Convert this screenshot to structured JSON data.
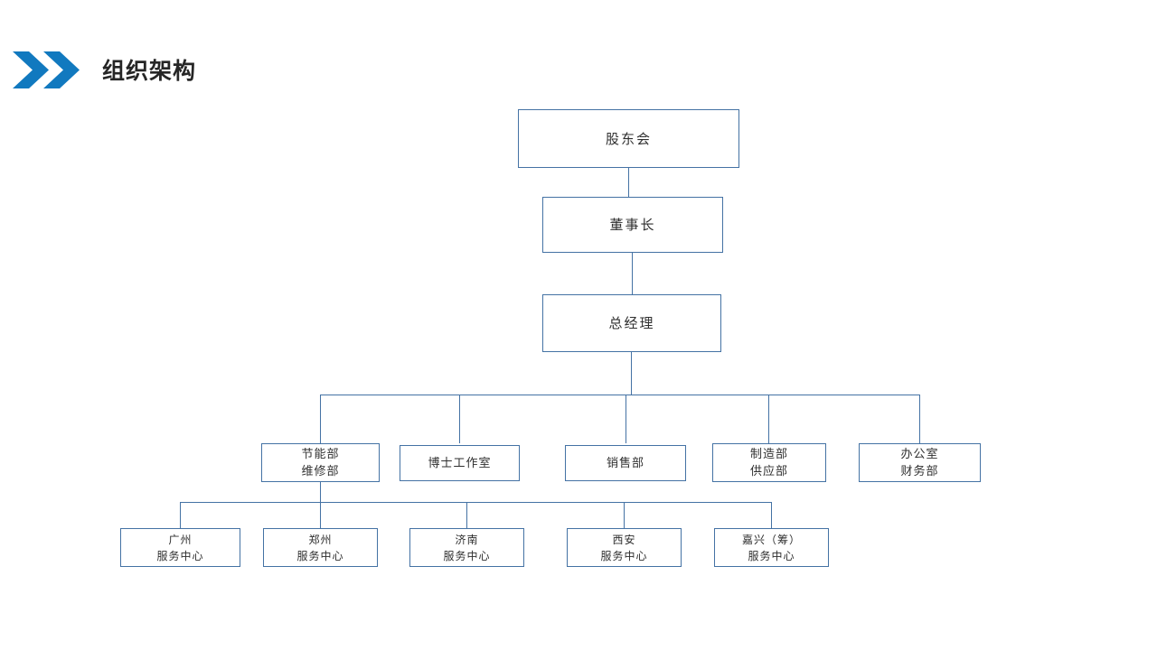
{
  "header": {
    "title": "组织架构",
    "chevron_icon": "double-chevron-right-icon",
    "accent_color": "#1179bf",
    "title_color": "#262626"
  },
  "theme": {
    "background": "#ffffff",
    "box_border": "#4472a4",
    "connector_line": "#4472a4",
    "text_color": "#2f2f2f"
  },
  "chart_data": {
    "type": "diagram",
    "diagram_kind": "organization-chart",
    "title": "组织架构",
    "orientation": "top-down",
    "levels": [
      {
        "level": 1,
        "nodes": [
          "股东会"
        ]
      },
      {
        "level": 2,
        "nodes": [
          "董事长"
        ]
      },
      {
        "level": 3,
        "nodes": [
          "总经理"
        ]
      },
      {
        "level": 4,
        "nodes": [
          "节能部\n维修部",
          "博士工作室",
          "销售部",
          "制造部\n供应部",
          "办公室\n财务部"
        ]
      },
      {
        "level": 5,
        "nodes": [
          "广州\n服务中心",
          "郑州\n服务中心",
          "济南\n服务中心",
          "西安\n服务中心",
          "嘉兴（筹）\n服务中心"
        ]
      }
    ],
    "edges": [
      {
        "from": "股东会",
        "to": "董事长"
      },
      {
        "from": "董事长",
        "to": "总经理"
      },
      {
        "from": "总经理",
        "to": "节能部\n维修部"
      },
      {
        "from": "总经理",
        "to": "博士工作室"
      },
      {
        "from": "总经理",
        "to": "销售部"
      },
      {
        "from": "总经理",
        "to": "制造部\n供应部"
      },
      {
        "from": "总经理",
        "to": "办公室\n财务部"
      },
      {
        "from": "节能部\n维修部",
        "to": "广州\n服务中心"
      },
      {
        "from": "节能部\n维修部",
        "to": "郑州\n服务中心"
      },
      {
        "from": "节能部\n维修部",
        "to": "济南\n服务中心"
      },
      {
        "from": "节能部\n维修部",
        "to": "西安\n服务中心"
      },
      {
        "from": "节能部\n维修部",
        "to": "嘉兴（筹）\n服务中心"
      }
    ]
  },
  "nodes": {
    "shareholders": "股东会",
    "chairman": "董事长",
    "general_manager": "总经理",
    "dept_energy_maintenance": "节能部\n维修部",
    "dept_doctor_studio": "博士工作室",
    "dept_sales": "销售部",
    "dept_manufacturing_supply": "制造部\n供应部",
    "dept_office_finance": "办公室\n财务部",
    "center_guangzhou": "广州\n服务中心",
    "center_zhengzhou": "郑州\n服务中心",
    "center_jinan": "济南\n服务中心",
    "center_xian": "西安\n服务中心",
    "center_jiaxing": "嘉兴（筹）\n服务中心"
  }
}
